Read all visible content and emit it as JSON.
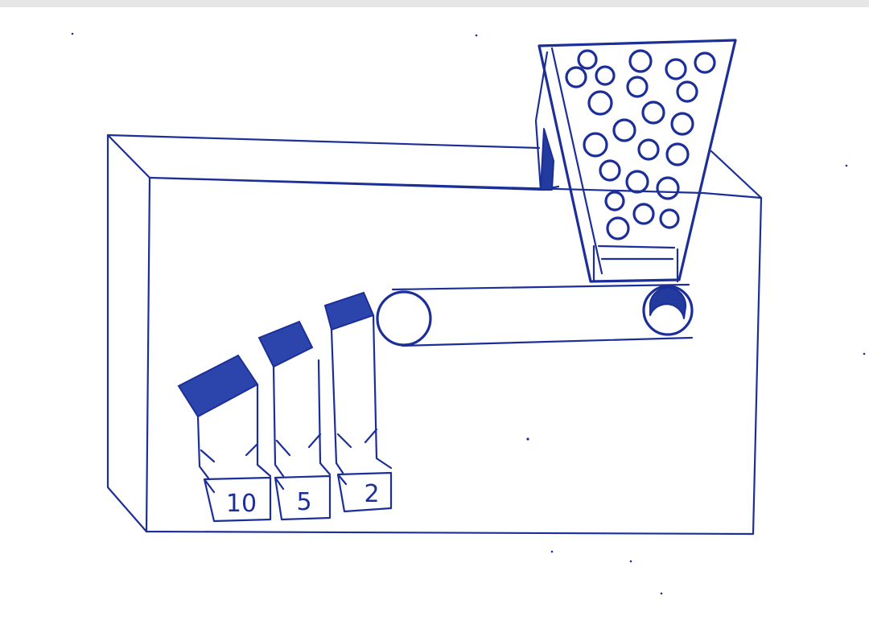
{
  "bins": [
    {
      "label": "10"
    },
    {
      "label": "5"
    },
    {
      "label": "2"
    }
  ],
  "colors": {
    "ink": "#1c2f98",
    "background": "#ffffff",
    "top_bar": "#e6e6e6"
  }
}
